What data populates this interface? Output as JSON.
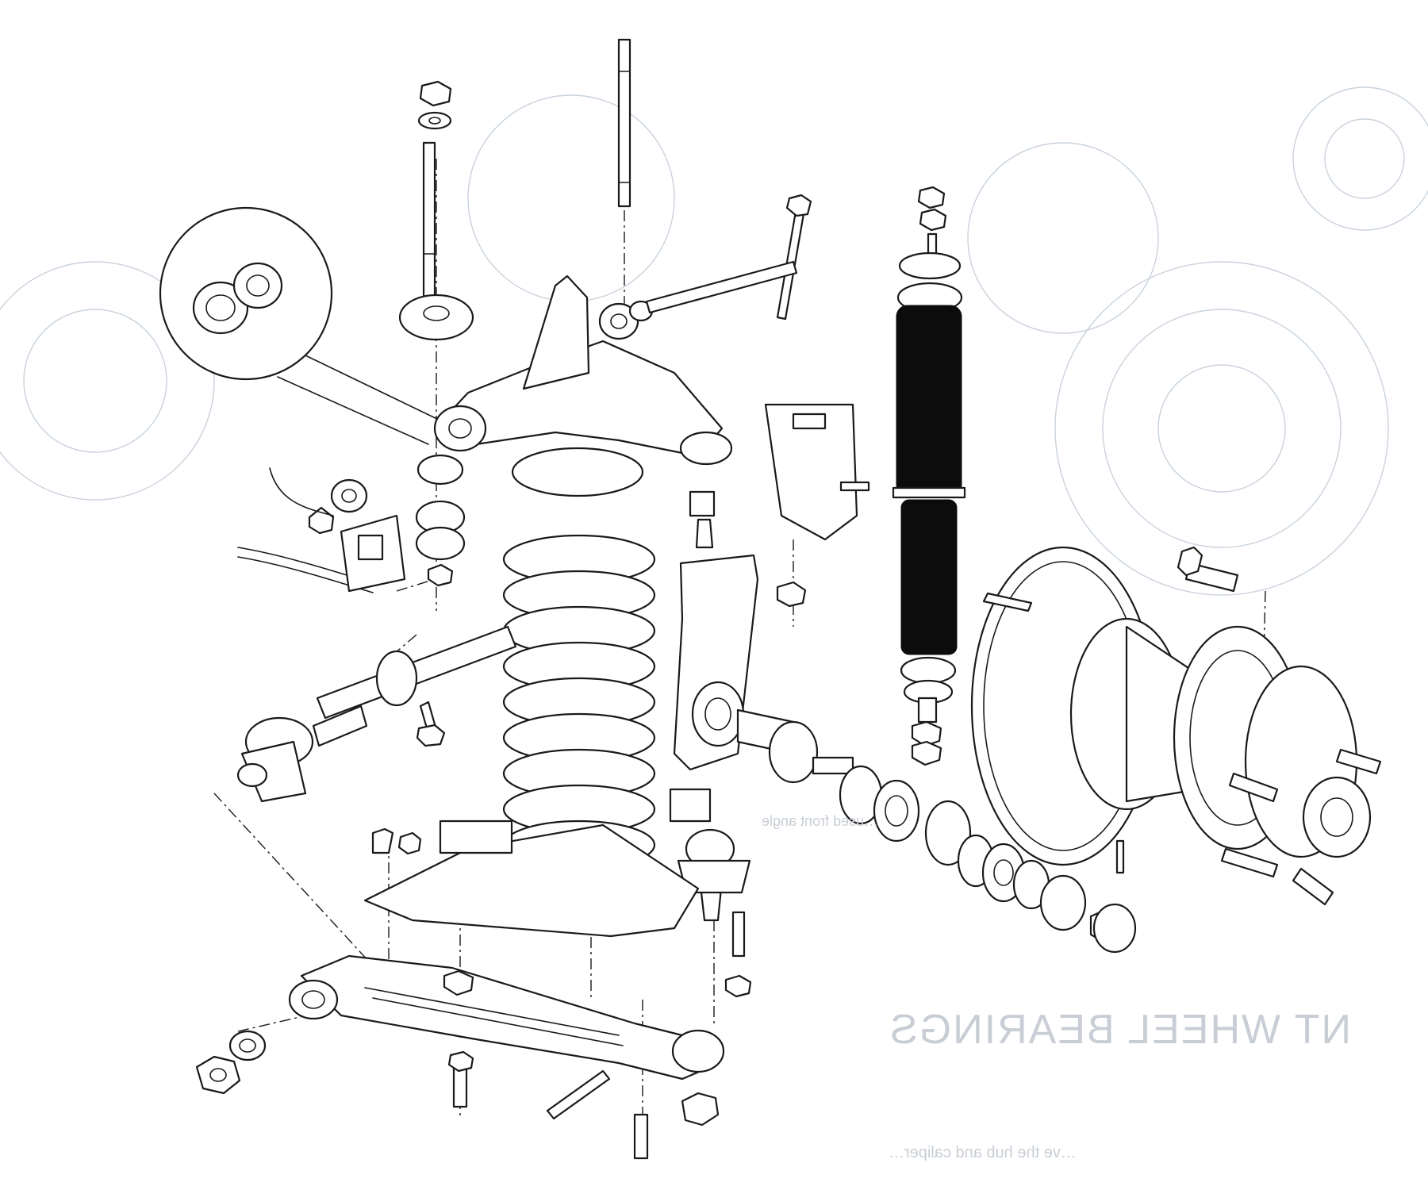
{
  "figure": {
    "bleed_through_text": {
      "heading": "NT WHEEL BEARINGS",
      "caption": "…used front angle",
      "body": "…ve the hub and caliper…"
    },
    "colors": {
      "ink": "#1a1a1a",
      "shock_body": "#0c0c0c",
      "paper": "#ffffff",
      "bleed_through": "#c9d2dc"
    }
  }
}
